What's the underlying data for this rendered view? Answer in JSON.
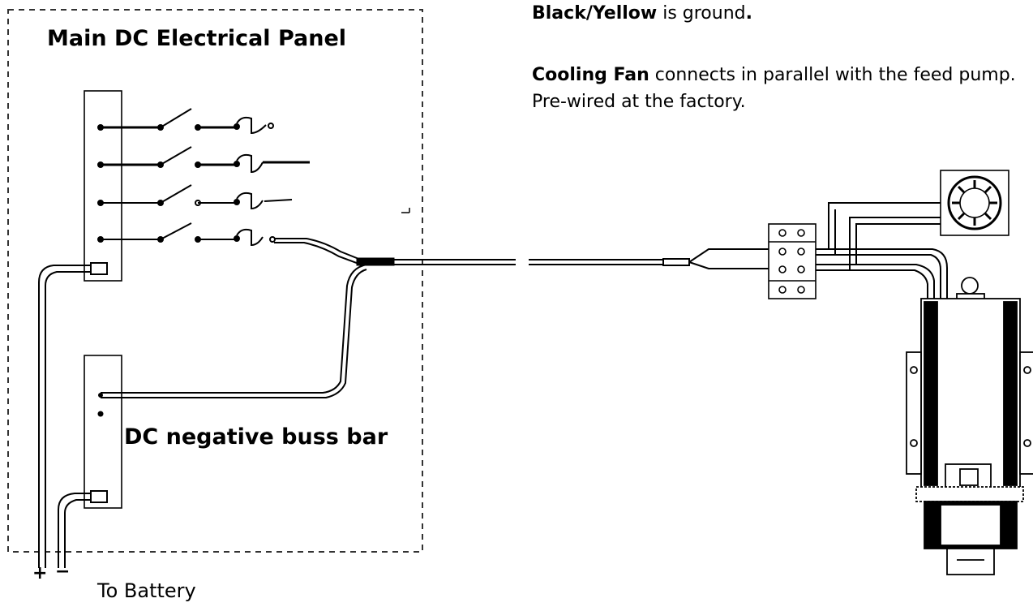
{
  "panel": {
    "title": "Main DC Electrical Panel",
    "buss_bar_label": "DC negative buss bar",
    "switch_rows": 4
  },
  "battery": {
    "label": "To Battery",
    "plus": "+",
    "minus": "−"
  },
  "notes": {
    "ground": {
      "bold": "Black/Yellow",
      "rest": " is ground",
      "end": "."
    },
    "fan": {
      "bold": "Cooling Fan",
      "rest": " connects in parallel with the feed pump. Pre-wired at the factory."
    }
  },
  "colors": {
    "line": "#000000",
    "panel_border": "#333333"
  }
}
